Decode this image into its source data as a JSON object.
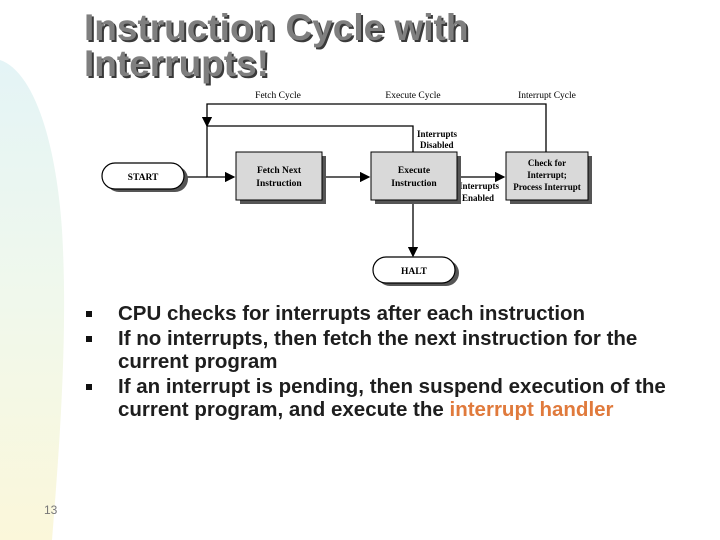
{
  "slide": {
    "title_line1": "Instruction Cycle with",
    "title_line2": "Interrupts!",
    "page_number": "13"
  },
  "diagram": {
    "stage_labels": {
      "fetch": "Fetch Cycle",
      "execute": "Execute Cycle",
      "interrupt": "Interrupt Cycle"
    },
    "nodes": {
      "start": "START",
      "fetch_line1": "Fetch Next",
      "fetch_line2": "Instruction",
      "execute_line1": "Execute",
      "execute_line2": "Instruction",
      "check_line1": "Check for",
      "check_line2": "Interrupt;",
      "check_line3": "Process Interrupt",
      "halt": "HALT"
    },
    "edge_labels": {
      "disabled_line1": "Interrupts",
      "disabled_line2": "Disabled",
      "enabled_line1": "Interrupts",
      "enabled_line2": "Enabled"
    }
  },
  "bullets": [
    {
      "text": "CPU checks for interrupts after each instruction"
    },
    {
      "text": "If no interrupts, then fetch the next instruction for the current program"
    },
    {
      "text": "If an interrupt is pending, then suspend execution of the current program, and execute the ",
      "highlight": "interrupt handler"
    }
  ],
  "colors": {
    "title": "#7f7f7f",
    "highlight": "#e07a3c",
    "box_fill": "#d9d9d9"
  }
}
